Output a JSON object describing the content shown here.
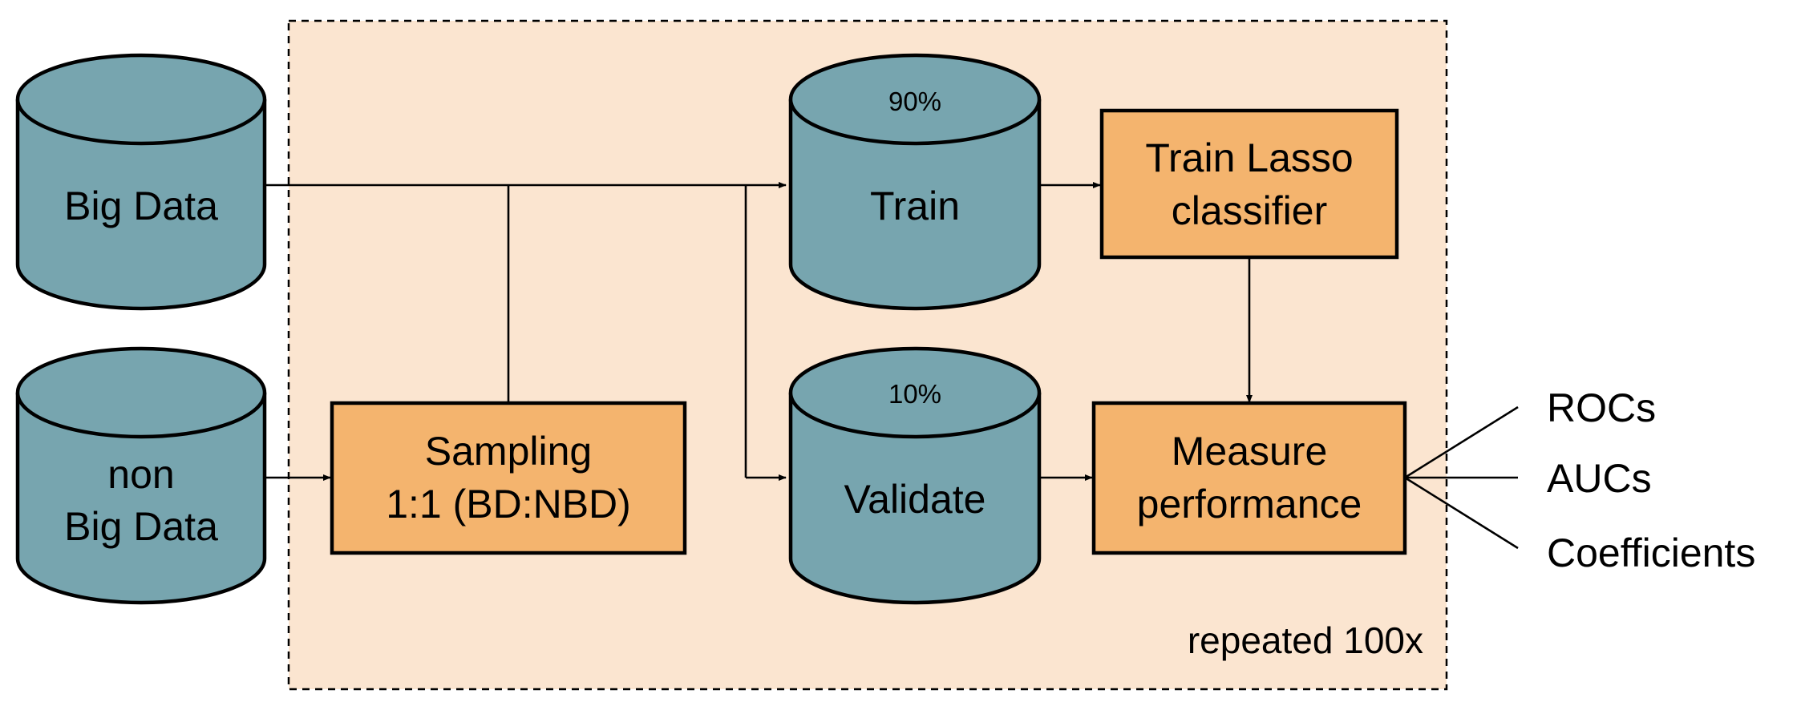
{
  "colors": {
    "region_fill": "#FBE5D0",
    "cylinder_fill": "#77A5AF",
    "box_fill": "#F4B46E",
    "stroke": "#000000"
  },
  "repeat_region": {
    "label": "repeated 100x"
  },
  "databases": {
    "big_data": {
      "line1": "Big Data"
    },
    "non_big_data": {
      "line1": "non",
      "line2": "Big Data"
    },
    "train": {
      "label": "Train",
      "percent": "90%"
    },
    "validate": {
      "label": "Validate",
      "percent": "10%"
    }
  },
  "processes": {
    "sampling": {
      "line1": "Sampling",
      "line2": "1:1 (BD:NBD)"
    },
    "train_lasso": {
      "line1": "Train Lasso",
      "line2": "classifier"
    },
    "measure": {
      "line1": "Measure",
      "line2": "performance"
    }
  },
  "outputs": [
    "ROCs",
    "AUCs",
    "Coefficients"
  ]
}
